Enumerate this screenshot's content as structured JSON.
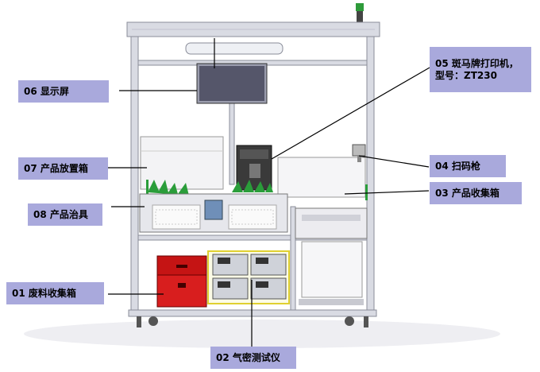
{
  "callouts": {
    "c01": "01 废料收集箱",
    "c02": "02 气密测试仪",
    "c03": "03 产品收集箱",
    "c04": "04 扫码枪",
    "c05_line1": "05 斑马牌打印机，",
    "c05_line2": "型号：ZT230",
    "c06": "06 显示屏",
    "c07": "07 产品放置箱",
    "c08": "08  产品治具"
  },
  "colors": {
    "label_bg": "#a9a9dc",
    "frame": "#d9dbe3",
    "frame_edge": "#8a8d99",
    "screen": "#55566a",
    "waste_box": "#d81e1e",
    "tray_green": "#2a9d3a",
    "gauge_border": "#e0d030"
  }
}
